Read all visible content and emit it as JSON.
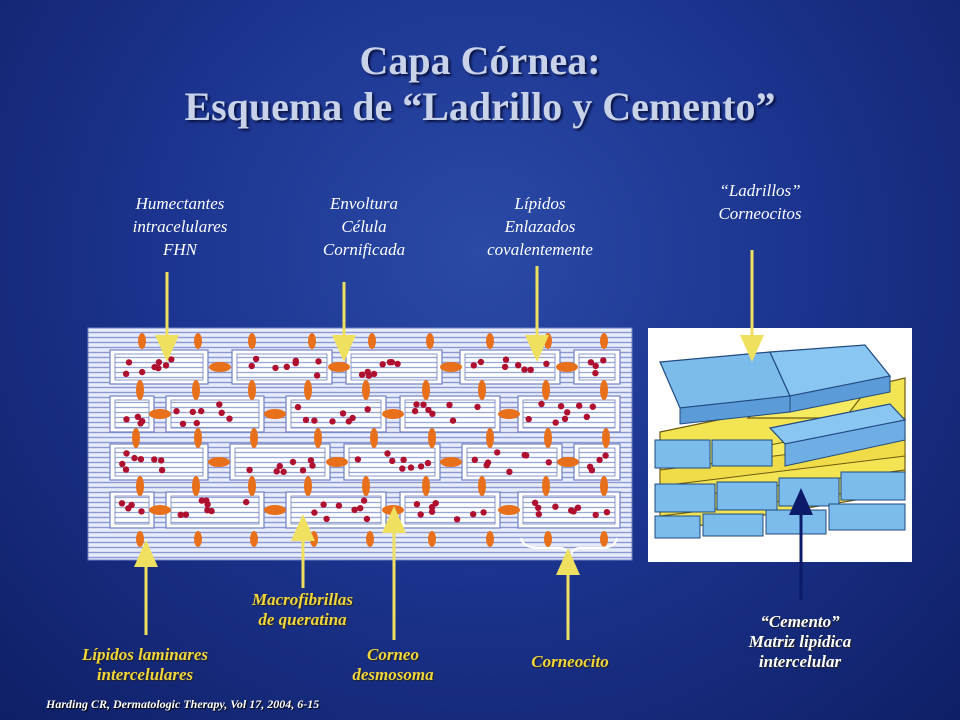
{
  "title": {
    "line1": "Capa Córnea:",
    "line2": "Esquema de “Ladrillo y Cemento”"
  },
  "top_labels": {
    "humectantes": [
      "Humectantes",
      "intracelulares",
      "FHN"
    ],
    "envoltura": [
      "Envoltura",
      "Célula",
      "Cornificada"
    ],
    "lipidos_enlazados": [
      "Lípidos",
      "Enlazados",
      "covalentemente"
    ],
    "ladrillos": [
      "“Ladrillos”",
      "Corneocitos"
    ]
  },
  "bottom_labels": {
    "lipidos_laminares": [
      "Lípidos laminares",
      "intercelulares"
    ],
    "macrofibrillas": [
      "Macrofibrillas",
      "de queratina"
    ],
    "corneo_desmosoma": [
      "Corneo",
      "desmosoma"
    ],
    "corneocito": "Corneocito",
    "cemento": [
      "“Cemento”",
      "Matriz lipídica",
      "intercelular"
    ]
  },
  "citation": "Harding CR, Dermatologic Therapy, Vol 17, 2004, 6-15",
  "colors": {
    "background": "#1c3590",
    "title": "#c8d2e8",
    "arrow": "#f0e060",
    "desmosome": "#e8701a",
    "keratin_dot": "#b01030",
    "brick_blue": "#7ab8e8",
    "mortar_yellow": "#f0e050"
  }
}
